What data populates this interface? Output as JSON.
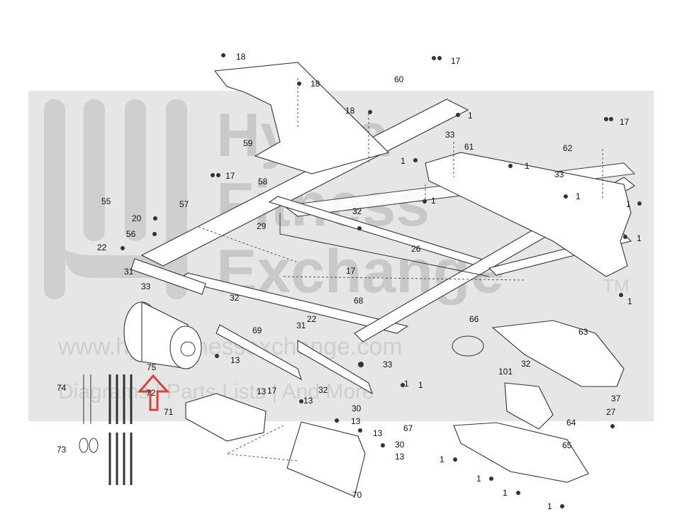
{
  "watermark": {
    "brand_line1": "Hydra",
    "brand_line2": "Fitness",
    "brand_line3": "Exchange",
    "brand_suffix": "TM",
    "url": "www.hydrafitnessexchange.com",
    "tagline": "Diagrams | Parts Lists | And More"
  },
  "labels": [
    {
      "id": "18a",
      "text": "18"
    },
    {
      "id": "18b",
      "text": "18"
    },
    {
      "id": "18c",
      "text": "18"
    },
    {
      "id": "17a",
      "text": "17"
    },
    {
      "id": "17b",
      "text": "17"
    },
    {
      "id": "17c",
      "text": "17"
    },
    {
      "id": "17d",
      "text": "17"
    },
    {
      "id": "60",
      "text": "60"
    },
    {
      "id": "33a",
      "text": "33"
    },
    {
      "id": "1a",
      "text": "1"
    },
    {
      "id": "59",
      "text": "59"
    },
    {
      "id": "61",
      "text": "61"
    },
    {
      "id": "62",
      "text": "62"
    },
    {
      "id": "1b",
      "text": "1"
    },
    {
      "id": "1c",
      "text": "1"
    },
    {
      "id": "33b",
      "text": "33"
    },
    {
      "id": "1d",
      "text": "1"
    },
    {
      "id": "58",
      "text": "58"
    },
    {
      "id": "57",
      "text": "57"
    },
    {
      "id": "55",
      "text": "55"
    },
    {
      "id": "20",
      "text": "20"
    },
    {
      "id": "56",
      "text": "56"
    },
    {
      "id": "22a",
      "text": "22"
    },
    {
      "id": "31a",
      "text": "31"
    },
    {
      "id": "33c",
      "text": "33"
    },
    {
      "id": "32a",
      "text": "32"
    },
    {
      "id": "29",
      "text": "29"
    },
    {
      "id": "26",
      "text": "26"
    },
    {
      "id": "1e",
      "text": "1"
    },
    {
      "id": "1f",
      "text": "1"
    },
    {
      "id": "1g",
      "text": "1"
    },
    {
      "id": "1h",
      "text": "1"
    },
    {
      "id": "1i",
      "text": "1"
    },
    {
      "id": "68",
      "text": "68"
    },
    {
      "id": "32b",
      "text": "32"
    },
    {
      "id": "22b",
      "text": "22"
    },
    {
      "id": "31b",
      "text": "31"
    },
    {
      "id": "69",
      "text": "69"
    },
    {
      "id": "66",
      "text": "66"
    },
    {
      "id": "63",
      "text": "63"
    },
    {
      "id": "75",
      "text": "75"
    },
    {
      "id": "13a",
      "text": "13"
    },
    {
      "id": "33d",
      "text": "33"
    },
    {
      "id": "74",
      "text": "74"
    },
    {
      "id": "72",
      "text": "72"
    },
    {
      "id": "17e",
      "text": "17"
    },
    {
      "id": "32c",
      "text": "32"
    },
    {
      "id": "1j",
      "text": "1"
    },
    {
      "id": "101",
      "text": "101"
    },
    {
      "id": "32d",
      "text": "32"
    },
    {
      "id": "37",
      "text": "37"
    },
    {
      "id": "13b",
      "text": "13"
    },
    {
      "id": "13c",
      "text": "13"
    },
    {
      "id": "71",
      "text": "71"
    },
    {
      "id": "30a",
      "text": "30"
    },
    {
      "id": "13d",
      "text": "13"
    },
    {
      "id": "13e",
      "text": "13"
    },
    {
      "id": "67",
      "text": "67"
    },
    {
      "id": "27",
      "text": "27"
    },
    {
      "id": "64",
      "text": "64"
    },
    {
      "id": "73",
      "text": "73"
    },
    {
      "id": "30b",
      "text": "30"
    },
    {
      "id": "13f",
      "text": "13"
    },
    {
      "id": "65",
      "text": "65"
    },
    {
      "id": "1k",
      "text": "1"
    },
    {
      "id": "1l",
      "text": "1"
    },
    {
      "id": "70",
      "text": "70"
    },
    {
      "id": "1m",
      "text": "1"
    },
    {
      "id": "1n",
      "text": "1"
    }
  ],
  "accent_colors": {
    "arrow": "#d9423c",
    "watermark_band": "#e6e6e6"
  }
}
